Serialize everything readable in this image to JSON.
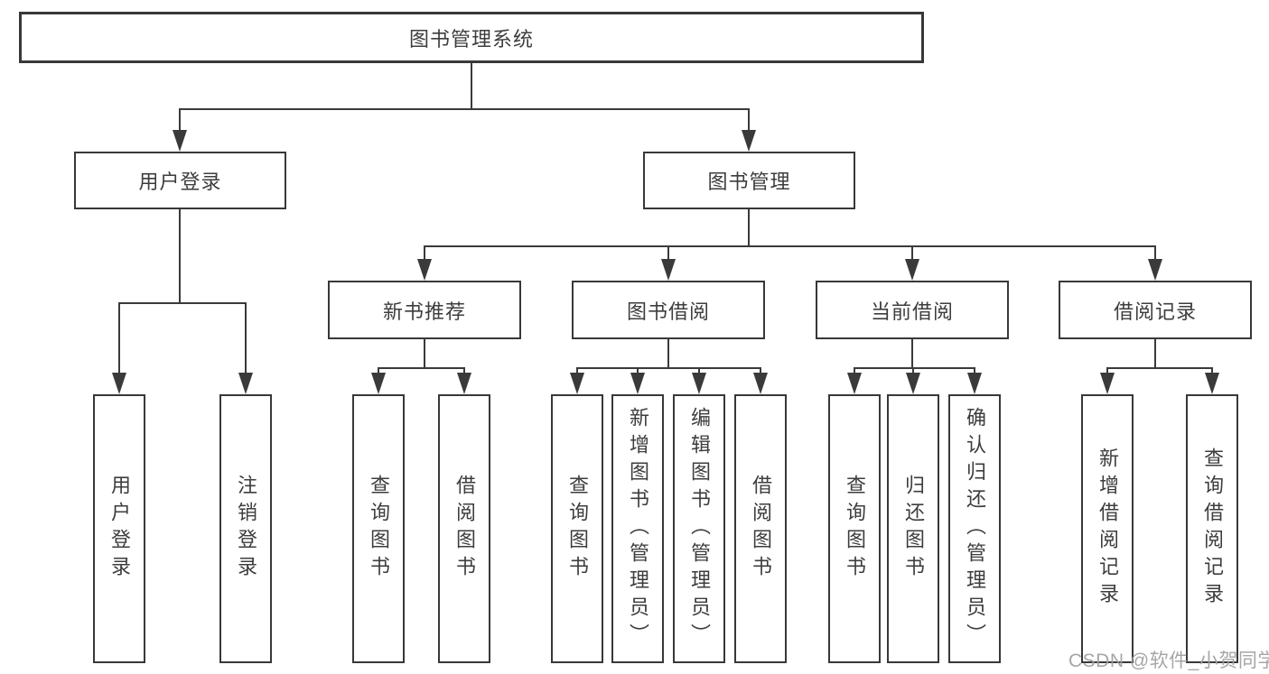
{
  "nodes": {
    "root": {
      "label": "图书管理系统"
    },
    "l2": [
      {
        "label": "用户登录"
      },
      {
        "label": "图书管理"
      }
    ],
    "l3": [
      {
        "label": "新书推荐"
      },
      {
        "label": "图书借阅"
      },
      {
        "label": "当前借阅"
      },
      {
        "label": "借阅记录"
      }
    ],
    "leaves": [
      {
        "label": "用户登录"
      },
      {
        "label": "注销登录"
      },
      {
        "label": "查询图书"
      },
      {
        "label": "借阅图书"
      },
      {
        "label": "查询图书"
      },
      {
        "label": "新增图书（管理员）"
      },
      {
        "label": "编辑图书（管理员）"
      },
      {
        "label": "借阅图书"
      },
      {
        "label": "查询图书"
      },
      {
        "label": "归还图书"
      },
      {
        "label": "确认归还（管理员）"
      },
      {
        "label": "新增借阅记录"
      },
      {
        "label": "查询借阅记录"
      }
    ]
  },
  "watermark": {
    "text": "CSDN @软件_小贺同学"
  },
  "colors": {
    "line": "#3a3a3a",
    "text": "#3d3d3d",
    "box_border": "#383838",
    "watermark": "#9e9e9e",
    "background": "#ffffff"
  }
}
